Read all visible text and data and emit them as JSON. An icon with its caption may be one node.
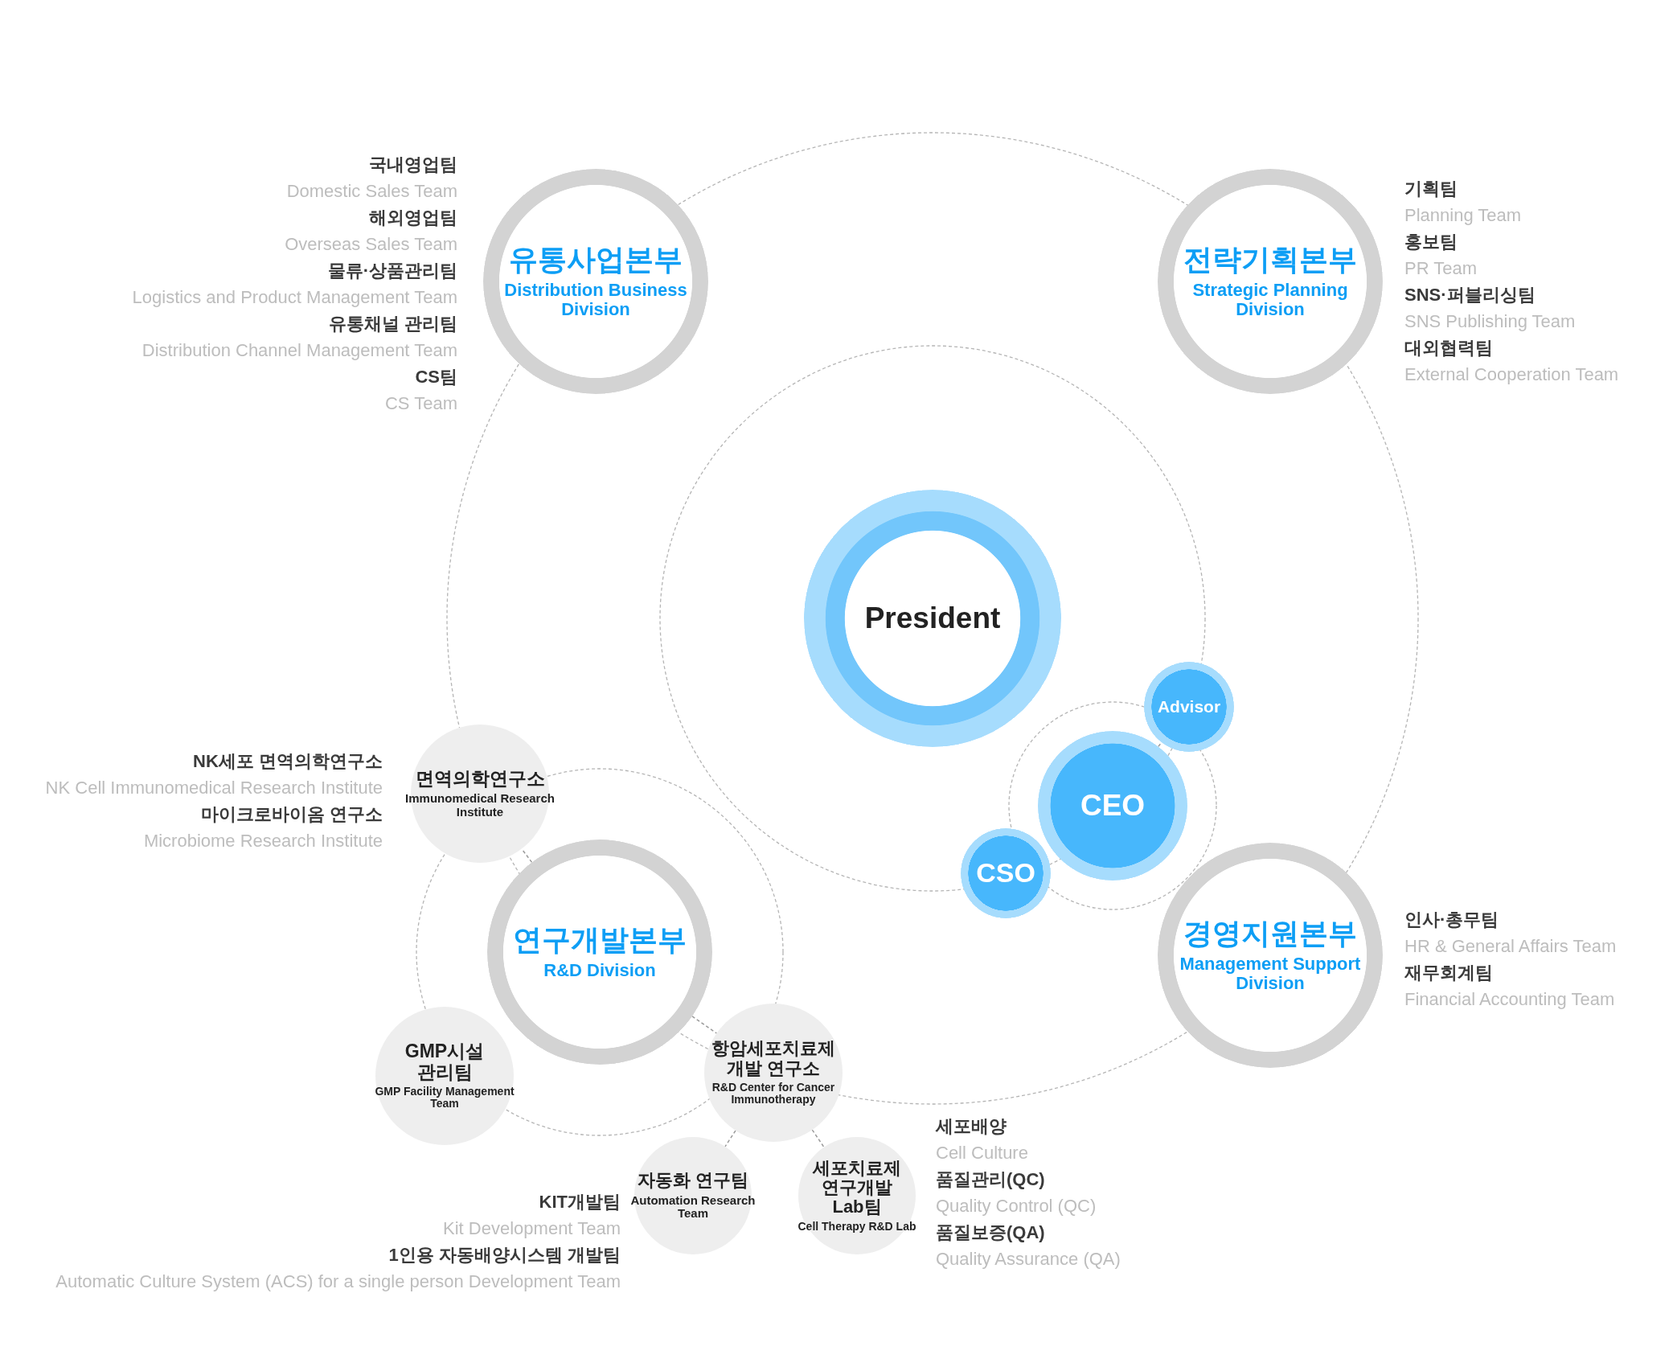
{
  "diagram": {
    "nodes": [
      {
        "text": [
          "유통사업본부",
          "Distribution Business Division"
        ],
        "beside": [
          "국내영업팀",
          "Domestic Sales Team",
          "해외영업팀",
          "Overseas Sales Team",
          "물류·상품관리팀",
          "Logistics and Product Management Team",
          "유통채널 관리팀",
          "Distribution Channel Management Team",
          "CS팀",
          "CS Team"
        ]
      },
      {
        "text": [
          "전략기획본부",
          "Strategic Planning Division"
        ],
        "beside": [
          "기획팀",
          "Planning Team",
          "홍보팀",
          "PR Team",
          "SNS·퍼블리싱팀",
          "SNS Publishing Team",
          "대외협력팀",
          "External Cooperation Team"
        ]
      },
      {
        "text": [
          "President"
        ]
      },
      {
        "text": [
          "Advisor"
        ]
      },
      {
        "text": [
          "CEO"
        ]
      },
      {
        "text": [
          "CSO"
        ]
      },
      {
        "text": [
          "면역의학연구소",
          "Immunomedical Research Institute"
        ],
        "beside": [
          "NK세포 면역의학연구소",
          "NK Cell Immunomedical Research Institute",
          "마이크로바이옴 연구소",
          "Microbiome Research Institute"
        ]
      },
      {
        "text": [
          "연구개발본부",
          "R&D Division"
        ]
      },
      {
        "text": [
          "경영지원본부",
          "Management Support Division"
        ],
        "beside": [
          "인사·총무팀",
          "HR & General Affairs Team",
          "재무회계팀",
          "Financial Accounting Team"
        ]
      },
      {
        "text": [
          "GMP시설 관리팀",
          "GMP Facility Management Team"
        ]
      },
      {
        "text": [
          "항암세포치료제 개발 연구소",
          "R&D Center for Cancer Immunotherapy"
        ]
      },
      {
        "text": [
          "자동화 연구팀",
          "Automation Research Team"
        ],
        "beside": [
          "KIT개발팀",
          "Kit Development Team",
          "1인용 자동배양시스템 개발팀",
          "Automatic Culture System (ACS) for a single person Development Team"
        ]
      },
      {
        "text": [
          "세포치료제 연구개발 Lab팀",
          "Cell Therapy R&D Lab"
        ],
        "beside": [
          "세포배양",
          "Cell Culture",
          "품질관리(QC)",
          "Quality Control (QC)",
          "품질보증(QA)",
          "Quality Assurance (QA)"
        ]
      }
    ],
    "edges": [
      {
        "from": 4,
        "to": 3,
        "arrow": "none",
        "style": "dashed"
      },
      {
        "from": 7,
        "to": 6,
        "arrow": "none",
        "style": "dashed"
      },
      {
        "from": 7,
        "to": 10,
        "arrow": "none",
        "style": "dashed"
      },
      {
        "from": 10,
        "to": 11,
        "arrow": "none",
        "style": "dashed"
      },
      {
        "from": 10,
        "to": 12,
        "arrow": "none",
        "style": "dashed"
      }
    ]
  }
}
